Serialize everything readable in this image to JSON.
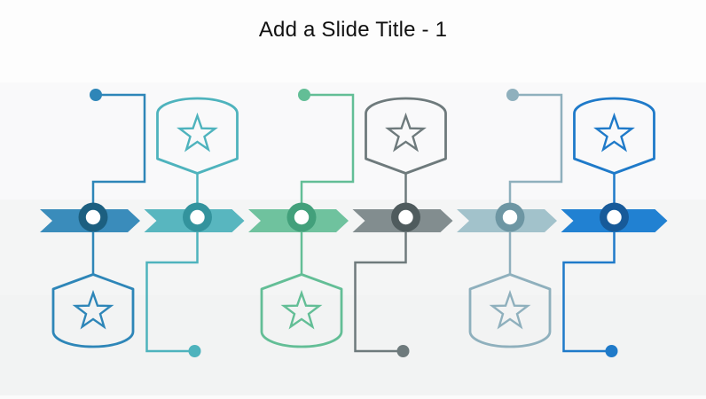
{
  "slide": {
    "title": "Add a Slide Title - 1"
  },
  "timeline": {
    "step_count": 6,
    "icon": "star",
    "milestones": [
      {
        "id": 1,
        "layout": "connector-top-badge-bottom",
        "line_color": "#2E86B8",
        "band_color": "#3A8CBB",
        "ring_color": "#1C5F80"
      },
      {
        "id": 2,
        "layout": "badge-top-connector-bottom",
        "line_color": "#4EB3BD",
        "band_color": "#58B6BF",
        "ring_color": "#33939D"
      },
      {
        "id": 3,
        "layout": "connector-top-badge-bottom",
        "line_color": "#63BE96",
        "band_color": "#6FC29E",
        "ring_color": "#42A07B"
      },
      {
        "id": 4,
        "layout": "badge-top-connector-bottom",
        "line_color": "#6E7A7C",
        "band_color": "#828D8F",
        "ring_color": "#4F5B5D"
      },
      {
        "id": 5,
        "layout": "connector-top-badge-bottom",
        "line_color": "#8FB0BD",
        "band_color": "#A2C2CB",
        "ring_color": "#6D96A3"
      },
      {
        "id": 6,
        "layout": "badge-top-connector-bottom",
        "line_color": "#1F7AC9",
        "band_color": "#2181D2",
        "ring_color": "#175A99"
      }
    ],
    "node_fill": "#FFFFFF"
  }
}
